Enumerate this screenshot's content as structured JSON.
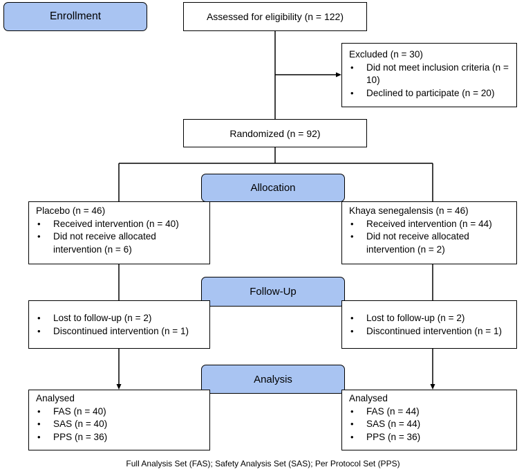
{
  "stages": {
    "enrollment": "Enrollment",
    "allocation": "Allocation",
    "follow_up": "Follow-Up",
    "analysis": "Analysis"
  },
  "assessed": "Assessed for eligibility (n = 122)",
  "excluded": {
    "title": "Excluded (n = 30)",
    "items": [
      "Did not meet inclusion criteria (n = 10)",
      "Declined to participate (n = 20)"
    ]
  },
  "randomized": "Randomized (n = 92)",
  "placebo": {
    "allocation": {
      "title": "Placebo (n = 46)",
      "items": [
        "Received intervention (n = 40)",
        "Did not receive allocated intervention (n = 6)"
      ]
    },
    "follow_up": {
      "items": [
        "Lost to follow-up (n = 2)",
        "Discontinued intervention (n = 1)"
      ]
    },
    "analysis": {
      "title": "Analysed",
      "items": [
        "FAS (n = 40)",
        "SAS (n = 40)",
        "PPS (n = 36)"
      ]
    }
  },
  "khaya": {
    "allocation": {
      "title": "Khaya senegalensis (n = 46)",
      "items": [
        "Received intervention (n = 44)",
        "Did not receive allocated intervention (n = 2)"
      ]
    },
    "follow_up": {
      "items": [
        "Lost to follow-up (n = 2)",
        "Discontinued intervention (n = 1)"
      ]
    },
    "analysis": {
      "title": "Analysed",
      "items": [
        "FAS (n = 44)",
        "SAS (n = 44)",
        "PPS (n = 36)"
      ]
    }
  },
  "footnote": "Full Analysis Set (FAS); Safety Analysis Set (SAS); Per Protocol Set (PPS)"
}
